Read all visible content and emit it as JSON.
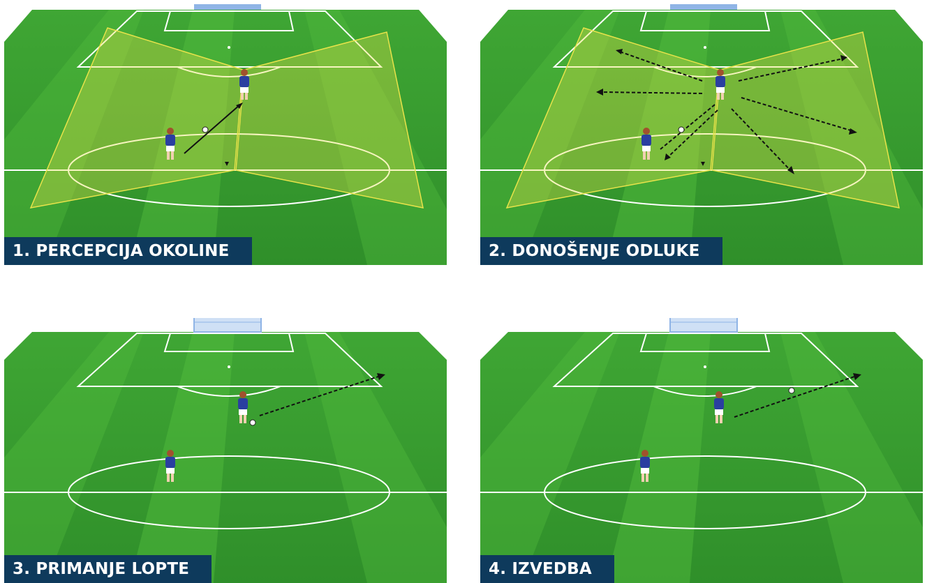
{
  "panels": [
    {
      "id": "p1",
      "caption": "1. PERCEPCIJA OKOLINE"
    },
    {
      "id": "p2",
      "caption": "2. DONOŠENJE ODLUKE"
    },
    {
      "id": "p3",
      "caption": "3. PRIMANJE LOPTE"
    },
    {
      "id": "p4",
      "caption": "4. IZVEDBA"
    }
  ],
  "colors": {
    "grass_light": "#4fb83a",
    "grass_dark": "#2f8f2a",
    "lines": "#ffffff",
    "vision_zone": "#e8e34a",
    "caption_bg": "#0e3a5c",
    "player_shirt": "#2a3fa0"
  }
}
